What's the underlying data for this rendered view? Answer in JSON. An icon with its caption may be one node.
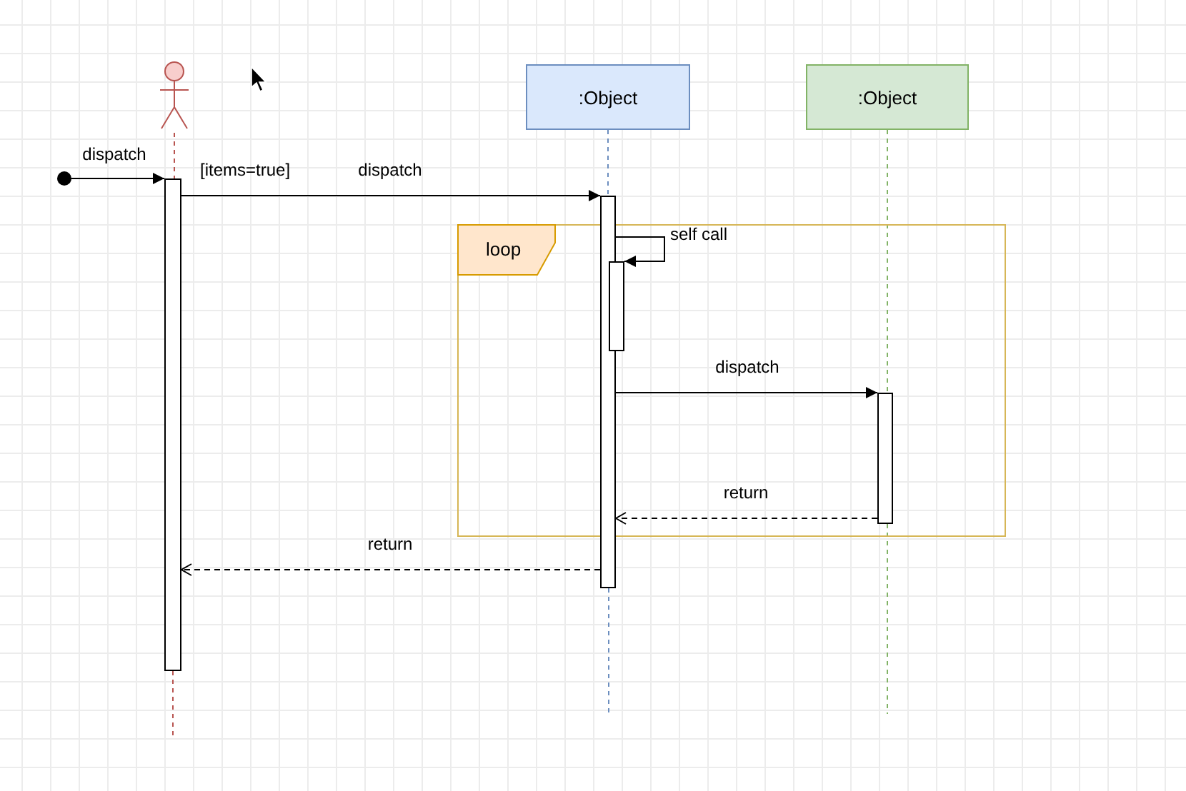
{
  "diagram": {
    "nodes": [
      {
        "text": [],
        "shape": "person"
      },
      {
        "text": [
          ":Object"
        ]
      },
      {
        "text": [
          ":Object"
        ]
      },
      {
        "text": [
          "loop"
        ]
      },
      {
        "text": [],
        "shape": "bar"
      },
      {
        "text": [],
        "shape": "bar"
      },
      {
        "text": [],
        "shape": "bar",
        "in": 3
      },
      {
        "text": [],
        "shape": "bar",
        "in": 3
      },
      {
        "text": [],
        "shape": "circle"
      }
    ],
    "edges": [
      {
        "from": 8,
        "to": 4,
        "arrow": "to",
        "label": "dispatch"
      },
      {
        "from": 4,
        "to": 5,
        "arrow": "to",
        "label": "dispatch"
      },
      {
        "from": 5,
        "to": 6,
        "arrow": "to",
        "label": "self call"
      },
      {
        "from": 5,
        "to": 7,
        "arrow": "to",
        "label": "dispatch"
      },
      {
        "from": 7,
        "to": 5,
        "arrow": "to",
        "label": "return",
        "style": "dashed"
      },
      {
        "from": 5,
        "to": 4,
        "arrow": "to",
        "label": "return",
        "style": "dashed"
      },
      {
        "from": 0,
        "to": 4,
        "arrow": "none",
        "style": "dashed",
        "color": "#b85450"
      },
      {
        "from": 1,
        "to": 5,
        "arrow": "none",
        "style": "dashed",
        "color": "#6c8ebf"
      },
      {
        "from": 2,
        "to": 7,
        "arrow": "none",
        "style": "dashed",
        "color": "#82b366"
      }
    ],
    "labels": [
      "[items=true]"
    ]
  }
}
